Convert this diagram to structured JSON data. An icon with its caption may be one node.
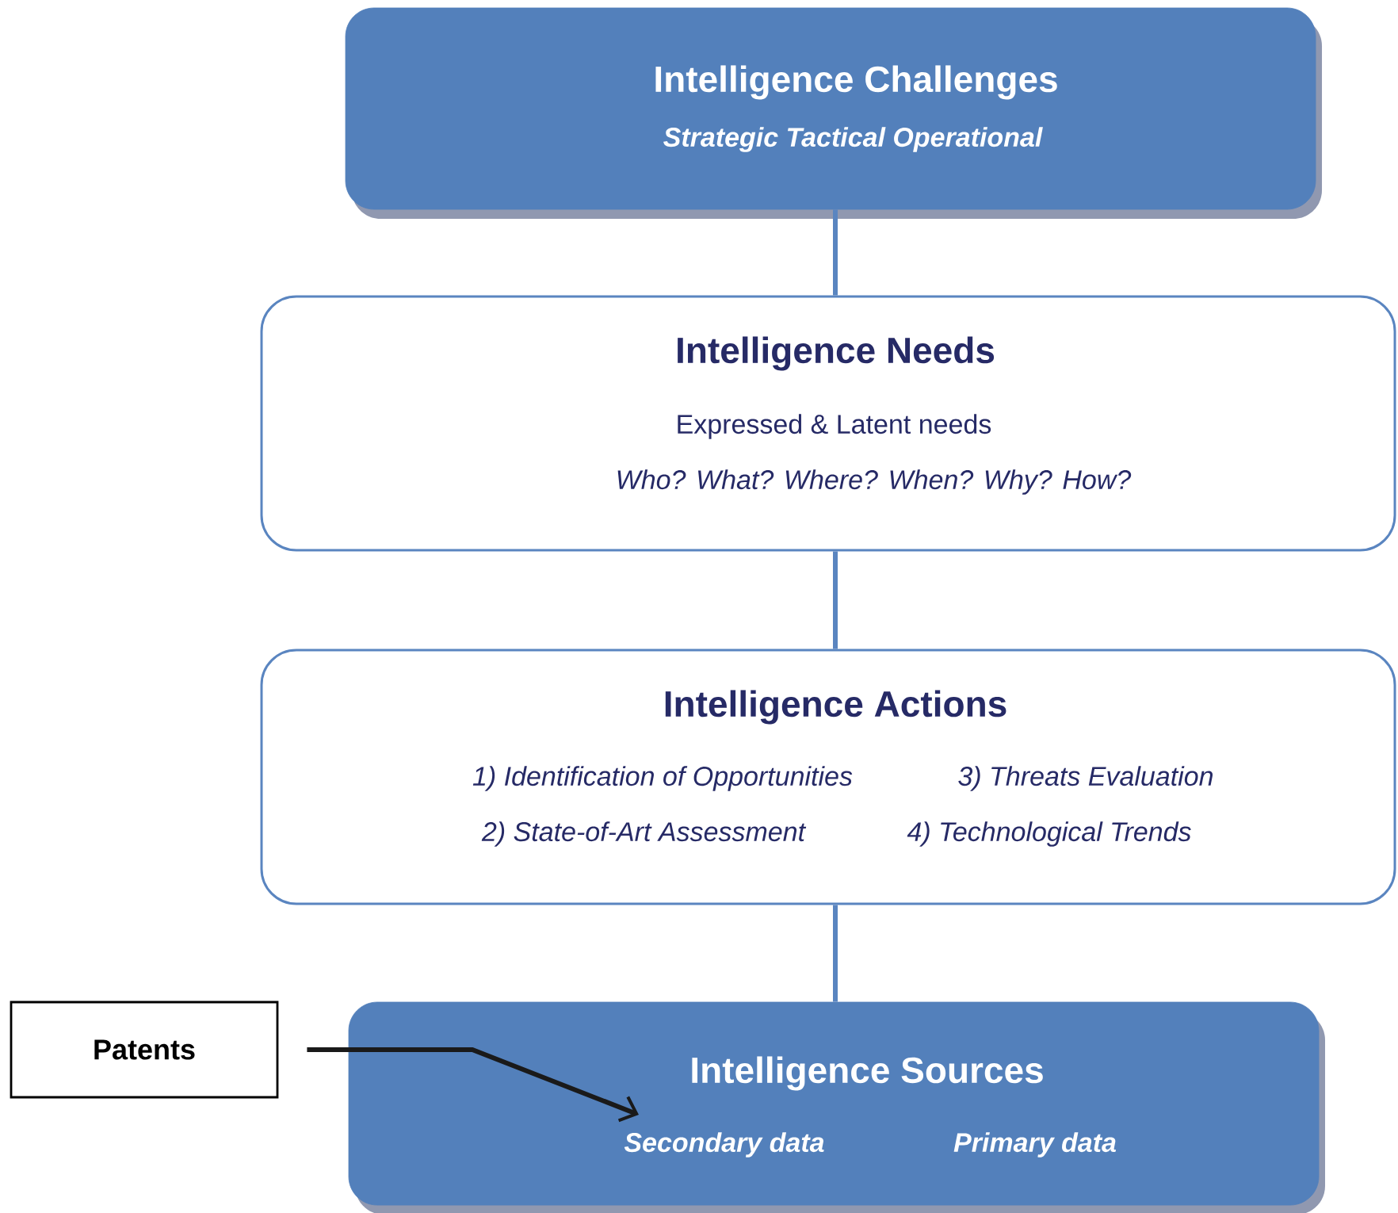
{
  "diagram": {
    "nodes": [
      {
        "text": [
          "Intelligence Challenges",
          "Strategic  Tactical  Operational"
        ]
      },
      {
        "text": [
          "Intelligence Needs",
          "Expressed & Latent needs",
          "Who? What? Where? When? Why? How?"
        ]
      },
      {
        "text": [
          "Intelligence Actions",
          "1) Identification of Opportunities",
          "3) Threats Evaluation",
          "2) State-of-Art Assessment",
          "4) Technological Trends"
        ]
      },
      {
        "text": [
          "Intelligence Sources",
          "Secondary data",
          "Primary data"
        ]
      },
      {
        "text": [
          "Patents"
        ]
      }
    ],
    "edges": [
      {
        "from": 0,
        "to": 1,
        "arrow": "none"
      },
      {
        "from": 1,
        "to": 2,
        "arrow": "none"
      },
      {
        "from": 2,
        "to": 3,
        "arrow": "none"
      },
      {
        "from": 4,
        "to": 3,
        "arrow": "to",
        "color": "#1a1a1a"
      }
    ]
  }
}
